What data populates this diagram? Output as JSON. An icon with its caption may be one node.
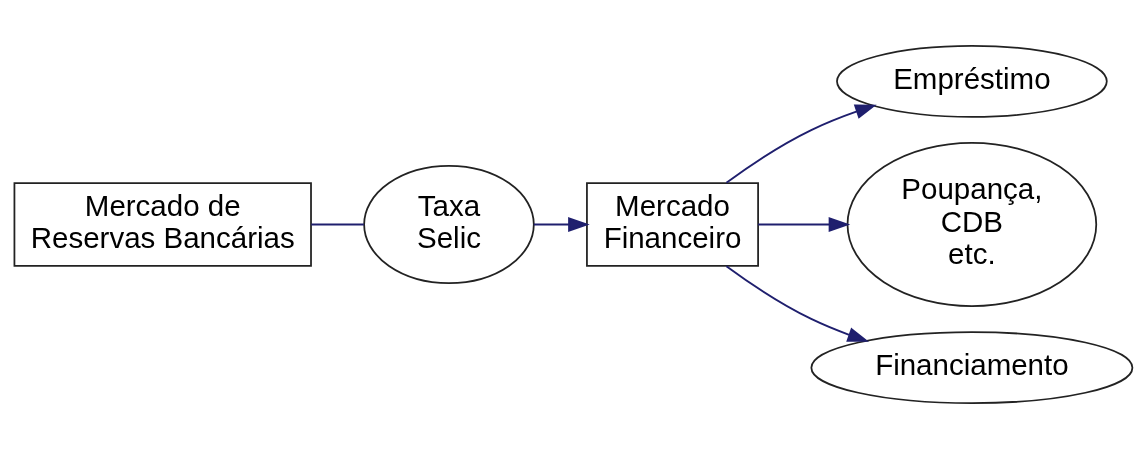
{
  "diagram": {
    "nodes": [
      {
        "text": [
          "Mercado de Reservas Bancárias"
        ]
      },
      {
        "text": [
          "Taxa Selic"
        ]
      },
      {
        "text": [
          "Mercado Financeiro"
        ]
      },
      {
        "text": [
          "Empréstimo"
        ]
      },
      {
        "text": [
          "Poupança, CDB etc."
        ]
      },
      {
        "text": [
          "Financiamento"
        ]
      }
    ],
    "edges": [
      {
        "from": 0,
        "to": 1,
        "arrow": "none"
      },
      {
        "from": 1,
        "to": 2,
        "arrow": "to"
      },
      {
        "from": 2,
        "to": 3,
        "arrow": "to"
      },
      {
        "from": 2,
        "to": 4,
        "arrow": "to"
      },
      {
        "from": 2,
        "to": 5,
        "arrow": "to"
      }
    ]
  }
}
